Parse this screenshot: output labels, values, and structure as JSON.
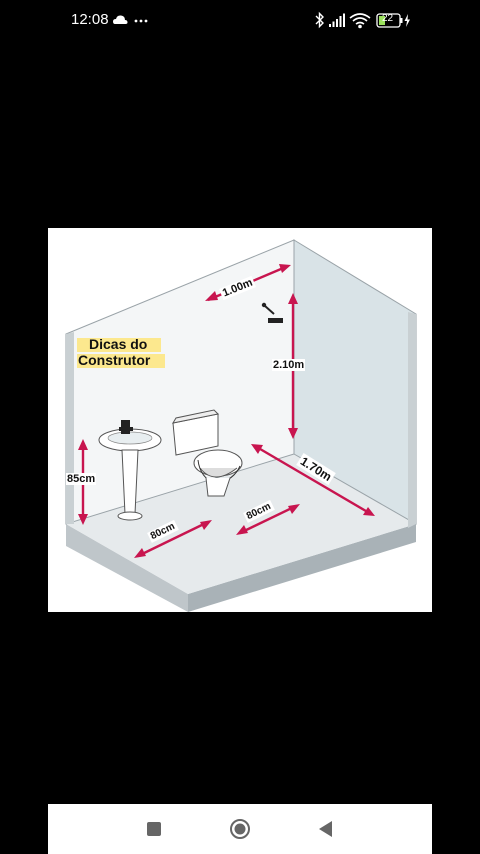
{
  "status_bar": {
    "time": "12:08",
    "left_icons": [
      "cloud-icon",
      "more-dots-icon"
    ],
    "right_icons": [
      "bluetooth-icon",
      "signal-icon",
      "wifi-icon",
      "battery-icon",
      "charging-icon"
    ],
    "battery_level": "22"
  },
  "image": {
    "title_line1": "Dicas do",
    "title_line2": "Construtor",
    "dim_width": "1.00m",
    "dim_height": "2.10m",
    "dim_length": "1.70m",
    "dim_sink_height": "85cm",
    "dim_floor_left": "80cm",
    "dim_floor_right": "80cm",
    "colors": {
      "arrow": "#c8154f",
      "wall": "#eef1f3",
      "floor": "#e6eaec",
      "title_highlight": "#ffe36b"
    }
  },
  "nav_bar": {
    "buttons": [
      "recents-button",
      "home-button",
      "back-button"
    ]
  }
}
